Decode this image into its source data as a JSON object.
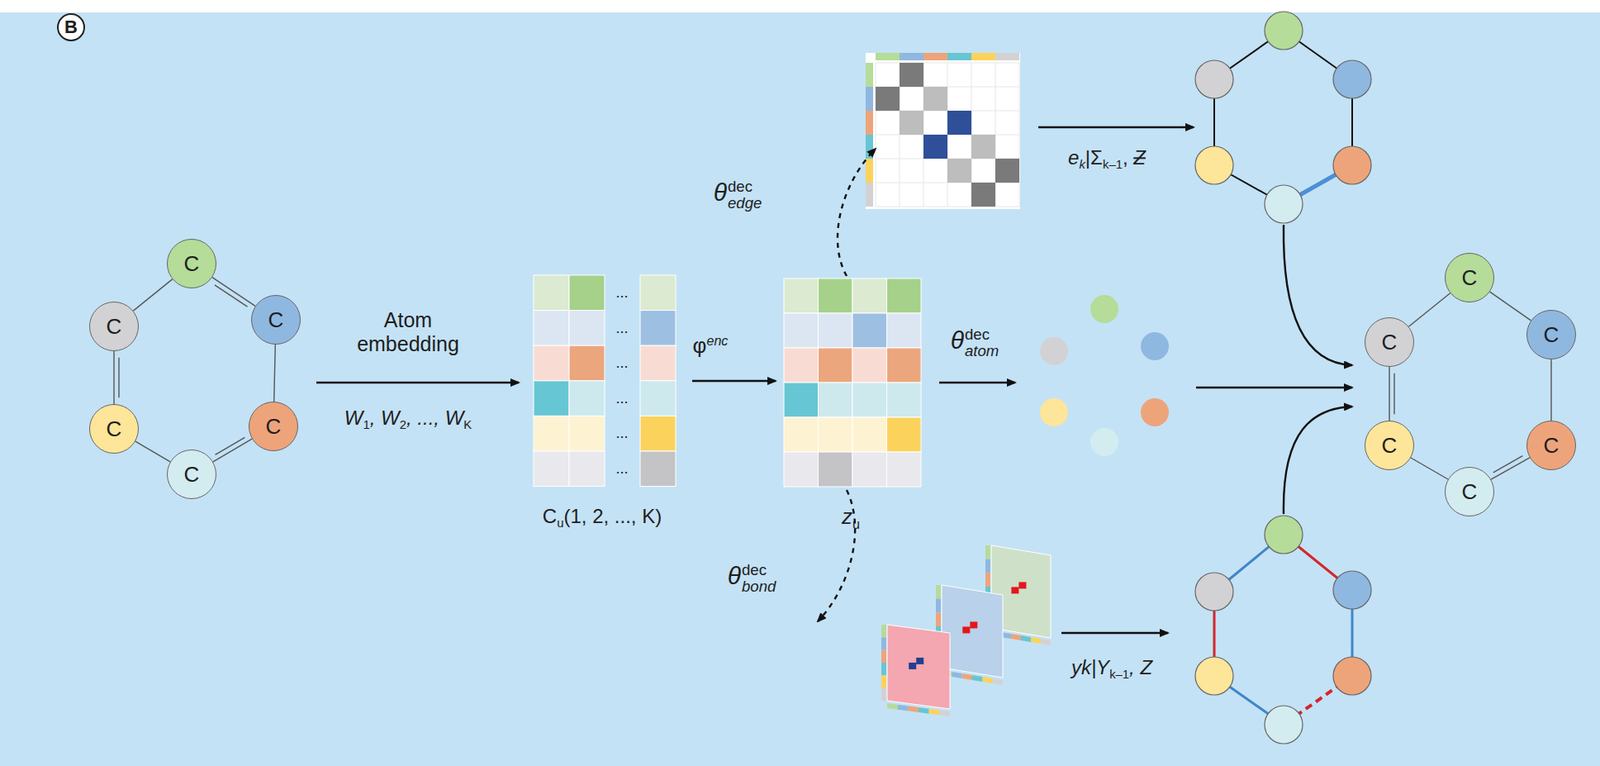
{
  "diagram": {
    "nodes": [
      {
        "text": [
          "B"
        ]
      },
      {
        "text": [
          "C"
        ]
      },
      {
        "text": [
          "C"
        ]
      },
      {
        "text": [
          "C"
        ]
      },
      {
        "text": [
          "C"
        ]
      },
      {
        "text": [
          "C"
        ]
      },
      {
        "text": [
          "C"
        ]
      },
      {
        "text": [
          "C"
        ]
      },
      {
        "text": [
          "C"
        ]
      },
      {
        "text": [
          "C"
        ]
      },
      {
        "text": [
          "C"
        ]
      },
      {
        "text": [
          "C"
        ]
      },
      {
        "text": [
          "C"
        ]
      }
    ],
    "edges": [
      {
        "from": 1,
        "to": 3,
        "arrow": "none"
      },
      {
        "from": 3,
        "to": 5,
        "arrow": "none"
      },
      {
        "from": 5,
        "to": 6,
        "arrow": "none"
      },
      {
        "from": 6,
        "to": 4,
        "arrow": "none"
      },
      {
        "from": 4,
        "to": 2,
        "arrow": "none"
      },
      {
        "from": 2,
        "to": 1,
        "arrow": "none"
      },
      {
        "from": 7,
        "to": 9,
        "arrow": "none"
      },
      {
        "from": 9,
        "to": 11,
        "arrow": "none"
      },
      {
        "from": 11,
        "to": 12,
        "arrow": "none"
      },
      {
        "from": 12,
        "to": 10,
        "arrow": "none"
      },
      {
        "from": 10,
        "to": 8,
        "arrow": "none"
      },
      {
        "from": 8,
        "to": 7,
        "arrow": "none"
      }
    ],
    "labels": [
      "Atom embedding",
      "W",
      "1",
      ", W",
      "2",
      ", ..., W",
      "K",
      "C",
      "u",
      "(1, 2, ..., K)",
      "φ",
      "enc",
      "θ",
      "dec",
      "edge",
      "θ",
      "dec",
      "atom",
      "θ",
      "dec",
      "bond",
      "z",
      "u",
      "e",
      "k",
      "|Σ",
      "k–1",
      ",",
      "Z",
      "yk|Y",
      "k–1",
      ", Z",
      "...",
      "...",
      "...",
      "...",
      "...",
      "..."
    ]
  }
}
